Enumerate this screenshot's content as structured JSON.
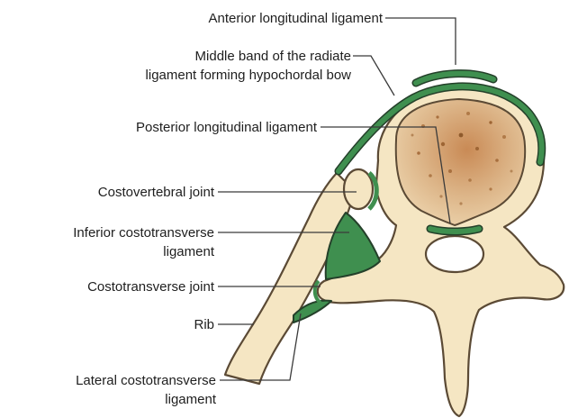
{
  "labels": {
    "anterior_longitudinal": "Anterior longitudinal ligament",
    "middle_band_line1": "Middle band of the radiate",
    "middle_band_line2": "ligament forming hypochordal bow",
    "posterior_longitudinal": "Posterior longitudinal ligament",
    "costovertebral_joint": "Costovertebral joint",
    "inferior_costotransverse_line1": "Inferior costotransverse",
    "inferior_costotransverse_line2": "ligament",
    "costotransverse_joint": "Costotransverse joint",
    "rib": "Rib",
    "lateral_costotransverse_line1": "Lateral costotransverse",
    "lateral_costotransverse_line2": "ligament"
  },
  "colors": {
    "bone_fill": "#f5e6c3",
    "bone_outline": "#5b4a35",
    "ligament_green": "#3f8f4f",
    "vertebral_body_speckle": "#c79a6a",
    "leader_line": "#3a3a3a"
  }
}
